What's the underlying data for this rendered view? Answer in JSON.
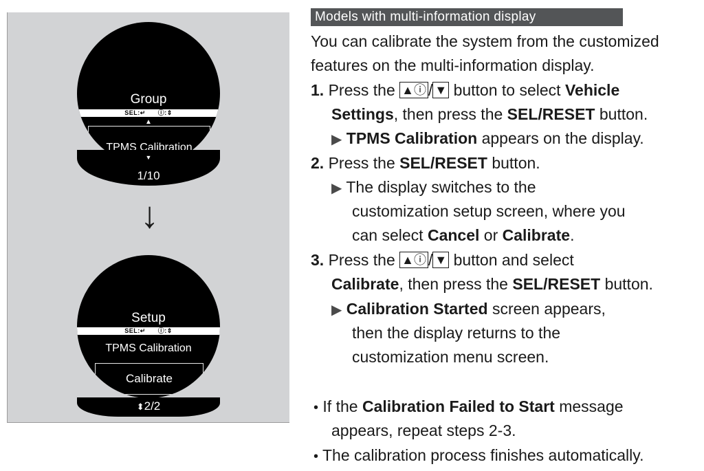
{
  "screen1": {
    "title": "Group",
    "sel_left": "SEL:↵",
    "sel_right": "ⓘ:⇕",
    "box_text": "TPMS Calibration",
    "page": "1/10"
  },
  "screen2": {
    "title": "Setup",
    "sel_left": "SEL:↵",
    "sel_right": "ⓘ:⇕",
    "label": "TPMS Calibration",
    "box_text": "Calibrate",
    "page": "2/2"
  },
  "heading": "Models with multi-information display",
  "intro": {
    "l1": "You can calibrate the system from the customized",
    "l2": "features on the multi-information display."
  },
  "keys": {
    "up": "▲ⓘ",
    "down": "▼"
  },
  "step1": {
    "num": "1.",
    "l1_a": "Press the",
    "l1_b": "button to select",
    "l1_c": "Vehicle",
    "l2_a": "Settings",
    "l2_b": ", then press the",
    "l2_c": "SEL/RESET",
    "l2_d": "button.",
    "l3_a": "TPMS Calibration",
    "l3_b": "appears on the display."
  },
  "step2": {
    "num": "2.",
    "l1_a": "Press the",
    "l1_b": "SEL/RESET",
    "l1_c": "button.",
    "l2": "The display switches to the",
    "l3": "customization setup screen, where you",
    "l4_a": "can select",
    "l4_b": "Cancel",
    "l4_c": "or",
    "l4_d": "Calibrate",
    "l4_e": "."
  },
  "step3": {
    "num": "3.",
    "l1_a": "Press the",
    "l1_b": "button and select",
    "l2_a": "Calibrate",
    "l2_b": ", then press the",
    "l2_c": "SEL/RESET",
    "l2_d": "button.",
    "l3_a": "Calibration Started",
    "l3_b": "screen appears,",
    "l4": "then the display returns to the",
    "l5": "customization menu screen."
  },
  "bullet1": {
    "a": "If the",
    "b": "Calibration Failed to Start",
    "c": "message",
    "l2": "appears, repeat steps 2-3."
  },
  "bullet2": "The calibration process finishes automatically."
}
